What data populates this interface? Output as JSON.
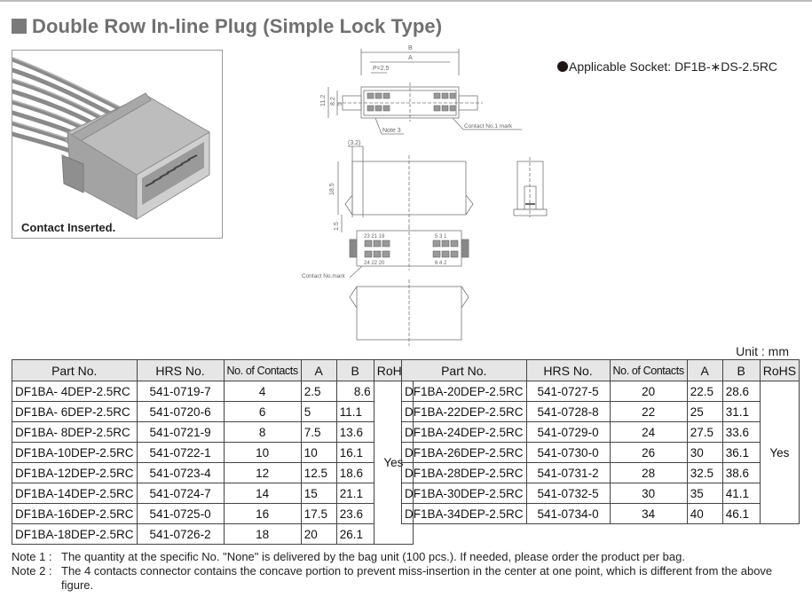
{
  "title": "Double Row In-line Plug (Simple Lock Type)",
  "photo": {
    "caption": "Contact Inserted."
  },
  "applicable_socket": "Applicable Socket: DF1B-∗DS-2.5RC",
  "drawing": {
    "labels": {
      "dim_b": "B",
      "dim_a": "A",
      "pitch": "P=2.5",
      "h_11_2": "11.2",
      "h_8_2": "8.2",
      "h_5": "5",
      "note3": "Note 3",
      "contact_no1_mark": "Contact No.1 mark",
      "dim_3_2": "(3.2)",
      "dim_18_5": "18.5",
      "dim_1_5": "1.5",
      "contact_no_mark": "Contact No.mark",
      "top_row_left": "23 21 19",
      "top_row_right": "5  3  1",
      "bottom_row_left": "24 22 20",
      "bottom_row_right": "6  4  2"
    }
  },
  "unit_label": "Unit : mm",
  "table": {
    "headers": [
      "Part No.",
      "HRS No.",
      "No. of Contacts",
      "A",
      "B",
      "RoHS"
    ],
    "left_rows": [
      [
        "DF1BA- 4DEP-2.5RC",
        "541-0719-7",
        "4",
        "2.5",
        "8.6"
      ],
      [
        "DF1BA- 6DEP-2.5RC",
        "541-0720-6",
        "6",
        "5",
        "11.1"
      ],
      [
        "DF1BA- 8DEP-2.5RC",
        "541-0721-9",
        "8",
        "7.5",
        "13.6"
      ],
      [
        "DF1BA-10DEP-2.5RC",
        "541-0722-1",
        "10",
        "10",
        "16.1"
      ],
      [
        "DF1BA-12DEP-2.5RC",
        "541-0723-4",
        "12",
        "12.5",
        "18.6"
      ],
      [
        "DF1BA-14DEP-2.5RC",
        "541-0724-7",
        "14",
        "15",
        "21.1"
      ],
      [
        "DF1BA-16DEP-2.5RC",
        "541-0725-0",
        "16",
        "17.5",
        "23.6"
      ],
      [
        "DF1BA-18DEP-2.5RC",
        "541-0726-2",
        "18",
        "20",
        "26.1"
      ]
    ],
    "left_rohs": "Yes",
    "right_rows": [
      [
        "DF1BA-20DEP-2.5RC",
        "541-0727-5",
        "20",
        "22.5",
        "28.6"
      ],
      [
        "DF1BA-22DEP-2.5RC",
        "541-0728-8",
        "22",
        "25",
        "31.1"
      ],
      [
        "DF1BA-24DEP-2.5RC",
        "541-0729-0",
        "24",
        "27.5",
        "33.6"
      ],
      [
        "DF1BA-26DEP-2.5RC",
        "541-0730-0",
        "26",
        "30",
        "36.1"
      ],
      [
        "DF1BA-28DEP-2.5RC",
        "541-0731-2",
        "28",
        "32.5",
        "38.6"
      ],
      [
        "DF1BA-30DEP-2.5RC",
        "541-0732-5",
        "30",
        "35",
        "41.1"
      ],
      [
        "DF1BA-34DEP-2.5RC",
        "541-0734-0",
        "34",
        "40",
        "46.1"
      ]
    ],
    "right_rohs": "Yes"
  },
  "notes": [
    {
      "label": "Note 1 :",
      "text": "The quantity at the specific No. \"None\" is delivered by the bag unit (100 pcs.). If needed, please order the product per bag."
    },
    {
      "label": "Note 2 :",
      "text": "The 4 contacts connector contains the concave portion to prevent miss-insertion in the center at one point, which is different from the above figure."
    }
  ]
}
